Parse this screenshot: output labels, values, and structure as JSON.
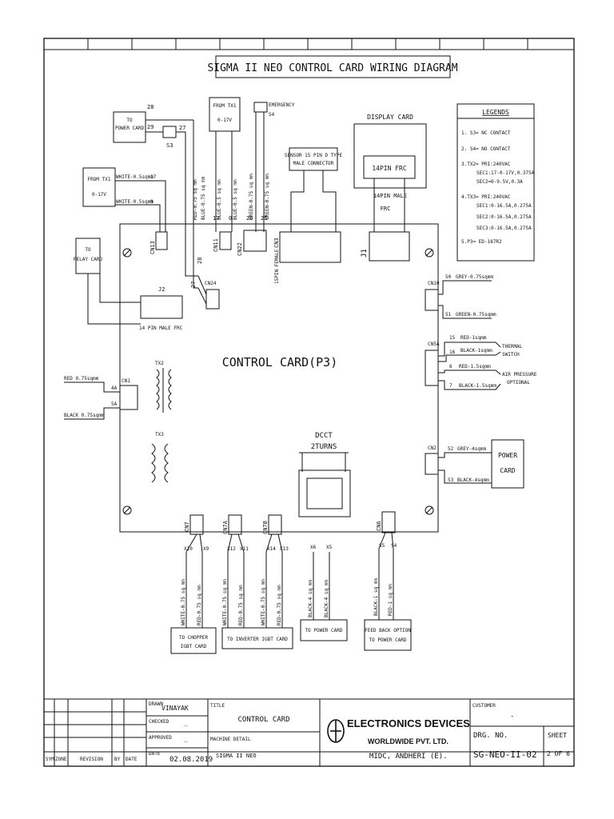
{
  "title": "SIGMA II NEO CONTROL CARD WIRING DIAGRAM",
  "control_card": "CONTROL CARD(P3)",
  "legends": {
    "header": "LEGENDS",
    "items": [
      "1. S3= NC CONTACT",
      "2. S4= NO CONTACT",
      "3.TX2= PRI:240VAC",
      "SEC1:17-0-17V,0.375A",
      "SEC2=0-9.5V,0.3A",
      "4.TX3= PRI:240VAC",
      "SEC1:0-16.5A,0.275A",
      "SEC2:0-16.5A,0.275A",
      "SEC3:0-16.5A,0.275A",
      "5.P3= ED-187R2"
    ]
  },
  "boxes": {
    "to_power_card_top": [
      "TO",
      "POWER CARD"
    ],
    "from_tx1_top": [
      "FROM TX1",
      "0-17V"
    ],
    "from_tx1_left": [
      "FROM TX1",
      "0-17V"
    ],
    "to_relay_card": [
      "TO",
      "RELAY CARD"
    ],
    "sensor": [
      "SENSOR 15 PIN D TYPE",
      "MALE CONNECTOR"
    ],
    "display_card": "DISPLAY CARD",
    "frc14": "14PIN FRC",
    "frc14_male": [
      "14PIN MALE",
      "FRC"
    ],
    "power_card_right": [
      "POWER",
      "CARD"
    ],
    "dcct": [
      "DCCT",
      "2TURNS"
    ],
    "to_chopper": [
      "TO CHOPPER",
      "IGBT CARD"
    ],
    "to_inverter": "TO INVERTER IGBT CARD",
    "to_power_card_bottom": "TO POWER CARD",
    "feedback": [
      "FEED BACK OPTION",
      "TO POWER CARD"
    ],
    "emergency": "EMERGENCY",
    "thermal": [
      "THERMAL",
      "SWITCH"
    ],
    "air": [
      "AIR PRESSURE",
      "OPTIONAL"
    ],
    "j2_label": "14 PIN MALE FRC"
  },
  "connectors": {
    "cn13": "CN13",
    "cn11": "CN11",
    "cn22": "CN22",
    "cn3": "CN3",
    "cn3_15": "15PIN FEMALE",
    "j1": "J1",
    "j2": "J2",
    "cn24": "CN24",
    "cn1": "CN1",
    "tx2": "TX2",
    "tx3": "TX3",
    "cn10": "CN10",
    "cn5a": "CN5A",
    "cn2": "CN2",
    "cn7": "CN7",
    "cn7a": "CN7A",
    "cn7b": "CN7B",
    "cn6": "CN6",
    "s3": "S3",
    "s4": "S4"
  },
  "wires": {
    "w28": "28",
    "w29": "29",
    "w27": "27",
    "w17": "17",
    "w0": "0",
    "w26": "26",
    "w25": "25",
    "w28b": "28",
    "w27b": "27",
    "white17": "WHITE-0.5sqmm",
    "white0": "WHITE-0.5sqmm",
    "red075": "RED 0.75sqmm",
    "black075": "BLACK 0.75sqmm",
    "w4a": "4A",
    "w5a": "5A",
    "w50": "50",
    "grey075": "GREY-0.75sqmm",
    "w51": "51",
    "green075": "GREEN-0.75sqmm",
    "w15": "15",
    "red1": "RED-1sqmm",
    "w16": "16",
    "black1": "BLACK-1sqmm",
    "w6": "6",
    "red15": "RED-1.5sqmm",
    "w7": "7",
    "black15": "BLACK-1.5sqmm",
    "w52": "52",
    "grey4": "GREY-4sqmm",
    "w53": "53",
    "black4": "BLACK-4sqmm",
    "x10": "X10",
    "x9": "X9",
    "x12": "X12",
    "x11": "X11",
    "x14": "X14",
    "x13": "X13",
    "x6": "X6",
    "x5": "X5",
    "s5": "S5",
    "s4b": "S4",
    "v1": "RED-0.75 sq mm",
    "v2": "BLUE-0.75 sq mm",
    "v3": "BLUE-0.5 sq mm",
    "v4": "BLUE-0.5 sq mm",
    "v5": "GREEN-0.75 sq mm",
    "v6": "GREEN-0.75 sq mm",
    "b1": "WHITE-0.75 sq mm",
    "b2": "RED-0.75 sq mm",
    "b3": "WHITE-0.75 sq mm",
    "b4": "RED-0.75 sq mm",
    "b5": "WHITE-0.75 sq mm",
    "b6": "RED-0.75 sq mm",
    "b7": "BLACK-4 sq mm",
    "b8": "BLACK-4 sq mm",
    "b9": "BLACK-1 sq mm",
    "b10": "RED-1 sq mm"
  },
  "title_block": {
    "drawn_label": "DRAWN",
    "drawn": "VINAYAK",
    "checked_label": "CHECKED",
    "checked": "_",
    "approved_label": "APPROVED",
    "approved": "_",
    "date_label": "DATE",
    "date": "02.08.2019",
    "title_label": "TITLE",
    "title": "CONTROL CARD",
    "machine_label": "MACHINE DETAIL",
    "machine": "SIGMA II NEO",
    "company": "ELECTRONICS DEVICES",
    "company2": "WORLDWIDE PVT. LTD.",
    "address": "MIDC, ANDHERI (E).",
    "customer_label": "CUSTOMER",
    "customer": "-",
    "drg_label": "DRG. NO.",
    "drg": "SG-NEO-II-02",
    "sheet_label": "SHEET",
    "sheet": "2 OF 6",
    "sym": "SYM",
    "zone": "ZONE",
    "revision": "REVISION",
    "by": "BY",
    "date2": "DATE"
  }
}
